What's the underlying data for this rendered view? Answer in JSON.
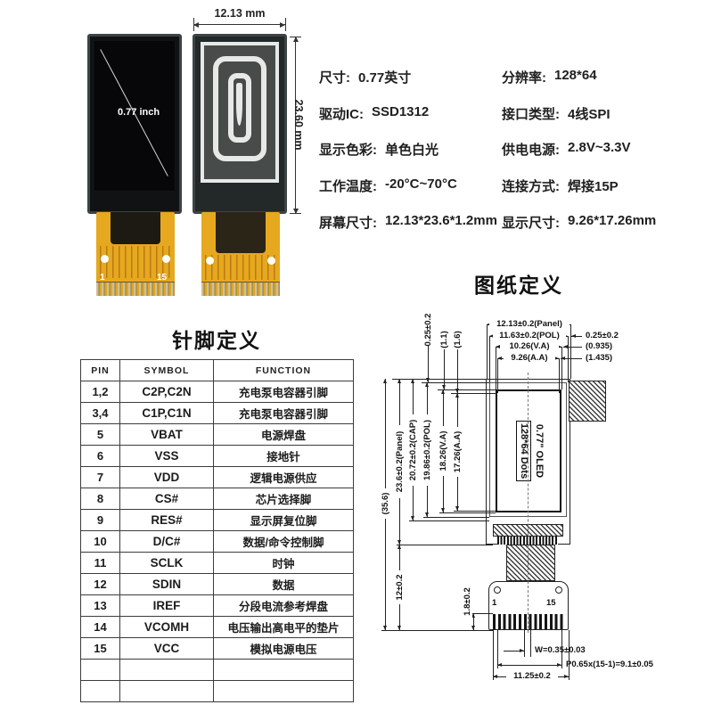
{
  "photos": {
    "width_label": "12.13 mm",
    "height_label": "23.60 mm",
    "front_screen_label": "0.77 inch",
    "fpc_pin_first": "1",
    "fpc_pin_last": "15"
  },
  "specs": {
    "items": [
      {
        "label": "尺寸:",
        "value": "0.77英寸"
      },
      {
        "label": "分辨率:",
        "value": "128*64"
      },
      {
        "label": "驱动IC:",
        "value": "SSD1312"
      },
      {
        "label": "接口类型:",
        "value": "4线SPI"
      },
      {
        "label": "显示色彩:",
        "value": "单色白光"
      },
      {
        "label": "供电电源:",
        "value": "2.8V~3.3V"
      },
      {
        "label": "工作温度:",
        "value": "-20°C~70°C"
      },
      {
        "label": "连接方式:",
        "value": "焊接15P"
      },
      {
        "label": "屏幕尺寸:",
        "value": "12.13*23.6*1.2mm"
      },
      {
        "label": "显示尺寸:",
        "value": "9.26*17.26mm"
      }
    ]
  },
  "pin_table": {
    "title": "针脚定义",
    "headers": [
      "PIN",
      "SYMBOL",
      "FUNCTION"
    ],
    "rows": [
      {
        "pin": "1,2",
        "symbol": "C2P,C2N",
        "func": "充电泵电容器引脚"
      },
      {
        "pin": "3,4",
        "symbol": "C1P,C1N",
        "func": "充电泵电容器引脚"
      },
      {
        "pin": "5",
        "symbol": "VBAT",
        "func": "电源焊盘"
      },
      {
        "pin": "6",
        "symbol": "VSS",
        "func": "接地针"
      },
      {
        "pin": "7",
        "symbol": "VDD",
        "func": "逻辑电源供应"
      },
      {
        "pin": "8",
        "symbol": "CS#",
        "func": "芯片选择脚"
      },
      {
        "pin": "9",
        "symbol": "RES#",
        "func": "显示屏复位脚"
      },
      {
        "pin": "10",
        "symbol": "D/C#",
        "func": "数据/命令控制脚"
      },
      {
        "pin": "11",
        "symbol": "SCLK",
        "func": "时钟"
      },
      {
        "pin": "12",
        "symbol": "SDIN",
        "func": "数据"
      },
      {
        "pin": "13",
        "symbol": "IREF",
        "func": "分段电流参考焊盘"
      },
      {
        "pin": "14",
        "symbol": "VCOMH",
        "func": "电压输出高电平的垫片"
      },
      {
        "pin": "15",
        "symbol": "VCC",
        "func": "模拟电源电压"
      }
    ]
  },
  "drawing": {
    "title": "图纸定义",
    "top_dims": [
      "12.13±0.2(Panel)",
      "11.63±0.2(POL)",
      "10.26(V.A)",
      "9.26(A.A)"
    ],
    "right_offsets": [
      "0.25±0.2",
      "(0.935)",
      "(1.435)"
    ],
    "top_left_offsets": [
      "0.25±0.2",
      "(1.1)",
      "(1.6)"
    ],
    "left_dims": [
      "(35.6)",
      "23.6±0.2(Panel)",
      "20.72±0.2(CAP)",
      "19.86±0.2(POL)",
      "18.26(V.A)",
      "17.26(A.A)",
      "12±0.2",
      "1.8±0.2"
    ],
    "bottom_dims": [
      "W=0.35±0.03",
      "P0.65x(15-1)=9.1±0.05",
      "11.25±0.2"
    ],
    "screen_line1": "0.77\" OLED",
    "screen_line2": "128*64 Dots",
    "pin_first": "1",
    "pin_last": "15"
  },
  "colors": {
    "fpc_yellow": "#e5a81f",
    "module_dark": "#101213",
    "trace_white": "#e7e9e7",
    "line_dark": "#222222"
  }
}
